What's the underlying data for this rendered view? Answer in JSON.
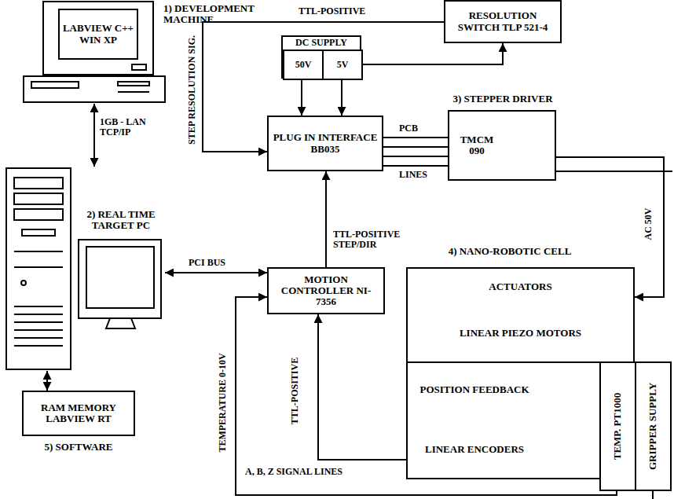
{
  "diagram": {
    "nodes": [
      {
        "text": [
          "1) DEVELOPMENT MACHINE",
          "LABVIEW C++ WIN XP"
        ]
      },
      {
        "text": [
          "2) REAL TIME TARGET PC"
        ]
      },
      {
        "text": [
          "RAM MEMORY LABVIEW RT",
          "5) SOFTWARE"
        ]
      },
      {
        "text": [
          "DC SUPPLY"
        ]
      },
      {
        "text": [
          "50V"
        ],
        "in": 3
      },
      {
        "text": [
          "5V"
        ],
        "in": 3
      },
      {
        "text": [
          "RESOLUTION SWITCH TLP 521-4"
        ]
      },
      {
        "text": [
          "PLUG IN INTERFACE BB035"
        ]
      },
      {
        "text": [
          "3) STEPPER DRIVER",
          "TMCM 090"
        ]
      },
      {
        "text": [
          "MOTION CONTROLLER NI-7356"
        ]
      },
      {
        "text": [
          "4) NANO-ROBOTIC CELL",
          "ACTUATORS",
          "LINEAR PIEZO MOTORS"
        ]
      },
      {
        "text": [
          "POSITION FEEDBACK",
          "LINEAR ENCODERS"
        ]
      },
      {
        "text": [
          "TEMP. PT1000"
        ]
      },
      {
        "text": [
          "GRIPPER SUPPLY"
        ]
      }
    ],
    "edges": [
      {
        "from": 0,
        "to": 1,
        "label": "1GB - LAN TCP/IP",
        "arrow": "both"
      },
      {
        "from": 1,
        "to": 2,
        "arrow": "both"
      },
      {
        "from": 1,
        "to": 9,
        "label": "PCI BUS",
        "arrow": "both"
      },
      {
        "from": 4,
        "to": 7,
        "arrow": "to"
      },
      {
        "from": 5,
        "to": 7,
        "arrow": "to"
      },
      {
        "from": 5,
        "to": 6,
        "arrow": "to"
      },
      {
        "from": 6,
        "to": 7,
        "label": "TTL-POSITIVE",
        "arrow": "to"
      },
      {
        "from": 7,
        "to": 8,
        "label": "PCB",
        "arrow": "none"
      },
      {
        "from": 9,
        "to": 7,
        "label": "TTL-POSITIVE STEP/DIR",
        "arrow": "to"
      },
      {
        "from": 8,
        "to": 10,
        "label": "AC 50V",
        "arrow": "to"
      },
      {
        "from": 11,
        "to": 9,
        "label": "A, B, Z SIGNAL LINES",
        "arrow": "to"
      },
      {
        "from": 12,
        "to": 9,
        "label": "TEMPERATURE 0-10V",
        "arrow": "to"
      }
    ],
    "labels": [
      "STEP RESOLUTION SIG.",
      "LINES",
      "TTL-POSITIVE"
    ]
  }
}
